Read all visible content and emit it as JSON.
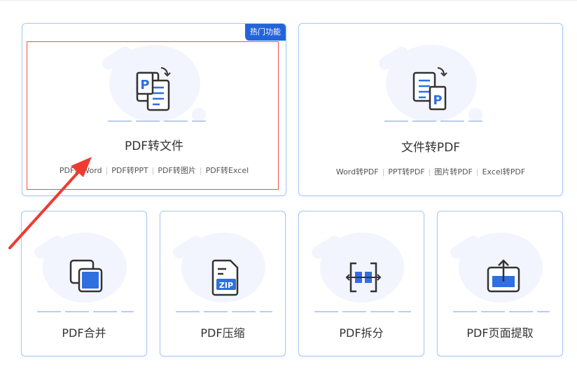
{
  "badge": "热门功能",
  "cards": {
    "pdf_to_file": {
      "title": "PDF转文件",
      "links": [
        "PDF转Word",
        "PDF转PPT",
        "PDF转图片",
        "PDF转Excel"
      ]
    },
    "file_to_pdf": {
      "title": "文件转PDF",
      "links": [
        "Word转PDF",
        "PPT转PDF",
        "图片转PDF",
        "Excel转PDF"
      ]
    },
    "merge": {
      "title": "PDF合并"
    },
    "compress": {
      "title": "PDF压缩",
      "zip_label": "ZIP"
    },
    "split": {
      "title": "PDF拆分"
    },
    "extract": {
      "title": "PDF页面提取"
    }
  },
  "colors": {
    "accent": "#2464d8",
    "border": "#a9c8f2",
    "annotation": "#ee4f4f"
  },
  "icons": [
    "pdf-to-file-icon",
    "file-to-pdf-icon",
    "merge-icon",
    "zip-icon",
    "split-icon",
    "extract-icon",
    "annotation-arrow"
  ]
}
